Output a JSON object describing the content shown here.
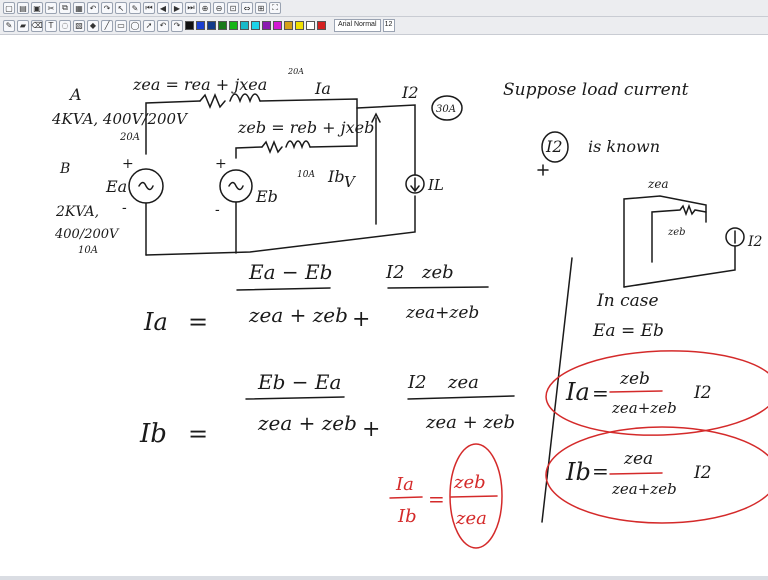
{
  "toolbar": {
    "row1_icons": [
      "new-page-icon",
      "open-icon",
      "save-icon",
      "cut-icon",
      "copy-icon",
      "paste-icon",
      "undo-icon",
      "redo-icon",
      "pointer-icon",
      "pen-icon",
      "first-page-icon",
      "prev-page-icon",
      "next-page-icon",
      "last-page-icon",
      "zoom-in-icon",
      "zoom-out-icon",
      "zoom-fit-icon",
      "zoom-width-icon",
      "zoom-page-icon",
      "fullscreen-icon"
    ],
    "row2_icons": [
      "pen-tool-icon",
      "highlighter-icon",
      "eraser-icon",
      "text-tool-icon",
      "lasso-icon",
      "image-icon",
      "shape-icon",
      "line-icon",
      "rect-icon",
      "ellipse-icon",
      "arrow-icon",
      "undo-icon",
      "redo-icon"
    ],
    "colors": [
      "#111111",
      "#1b3fd1",
      "#123a8a",
      "#1a7a1a",
      "#16b416",
      "#18b8c8",
      "#1dd3e8",
      "#8a1ab0",
      "#d31ad3",
      "#d4a017",
      "#f0e000",
      "#ffffff",
      "#d42020"
    ],
    "font_name": "Arial Normal",
    "font_size": "12"
  },
  "notes": {
    "gen_a_label": "A",
    "gen_a_rating": "4KVA, 400V/200V",
    "gen_a_current": "20A",
    "gen_b_label": "B",
    "gen_b_rating_1": "2KVA,",
    "gen_b_rating_2": "400/200V",
    "gen_b_current": "10A",
    "zea_def": "zea = rea + jxea",
    "zeb_def": "zeb = reb + jxeb",
    "ia_20a": "20A",
    "ia_label": "Ia",
    "ib_10a": "10A",
    "ib_label": "Ib",
    "i2_label": "I2",
    "i2_value": "30A",
    "il_label": "IL",
    "v_label": "V",
    "ea_label": "Ea",
    "eb_label": "Eb",
    "plus_a": "+",
    "minus_a": "-",
    "plus_b": "+",
    "minus_b": "-",
    "suppose_1": "Suppose load current",
    "suppose_i2": "I2",
    "suppose_2": "is known",
    "small_zea": "zea",
    "small_zeb": "zeb",
    "small_i2": "I2",
    "in_case": "In case",
    "ea_eq_eb": "Ea = Eb",
    "eq1_lhs": "Ia",
    "eq1_num": "Ea − Eb",
    "eq1_den": "zea + zeb",
    "eq1_i2": "I2",
    "eq1_num2": "zeb",
    "eq1_den2": "zea+zeb",
    "eq2_lhs": "Ib",
    "eq2_num": "Eb − Ea",
    "eq2_den": "zea + zeb",
    "eq2_i2": "I2",
    "eq2_num2": "zea",
    "eq2_den2": "zea + zeb",
    "ratio_num": "Ia",
    "ratio_den": "Ib",
    "ratio_rnum": "zeb",
    "ratio_rden": "zea",
    "box1_lhs": "Ia",
    "box1_num": "zeb",
    "box1_den": "zea+zeb",
    "box1_i2": "I2",
    "box2_lhs": "Ib",
    "box2_num": "zea",
    "box2_den": "zea+zeb",
    "box2_i2": "I2",
    "eq_sign": "=",
    "plus_sign": "+"
  },
  "colors": {
    "ink": "#1a1a1a",
    "red_ink": "#d42a2a",
    "toolbar_bg": "#ecedf0"
  }
}
